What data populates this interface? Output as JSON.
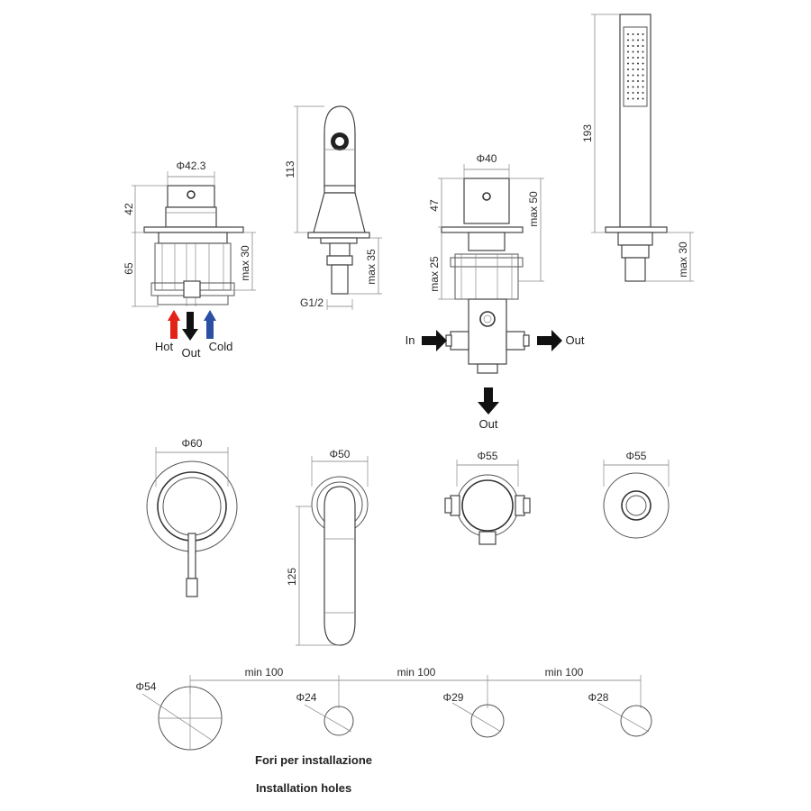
{
  "colors": {
    "hot": "#e2231a",
    "cold": "#2b4fa3",
    "out": "#111111",
    "line": "#555555"
  },
  "mixer": {
    "dia": "Φ42.3",
    "h_top": "42",
    "h_body": "65",
    "max": "max 30",
    "hot": "Hot",
    "out": "Out",
    "cold": "Cold"
  },
  "spout": {
    "h": "113",
    "max": "max 35",
    "thread": "G1/2"
  },
  "diverter": {
    "dia": "Φ40",
    "h_top": "47",
    "max_top": "max 50",
    "max_body": "max 25",
    "in": "In",
    "out_right": "Out",
    "out_down": "Out"
  },
  "shower": {
    "h": "193",
    "max": "max 30"
  },
  "plan": {
    "mixer_dia": "Φ60",
    "spout_dia": "Φ50",
    "spout_len": "125",
    "diverter_dia": "Φ55",
    "shower_dia": "Φ55"
  },
  "holes": {
    "d1": "Φ54",
    "d2": "Φ24",
    "d3": "Φ29",
    "d4": "Φ28",
    "spacing": [
      "min 100",
      "min 100",
      "min 100"
    ],
    "caption_it": "Fori per installazione",
    "caption_en": "Installation holes"
  }
}
